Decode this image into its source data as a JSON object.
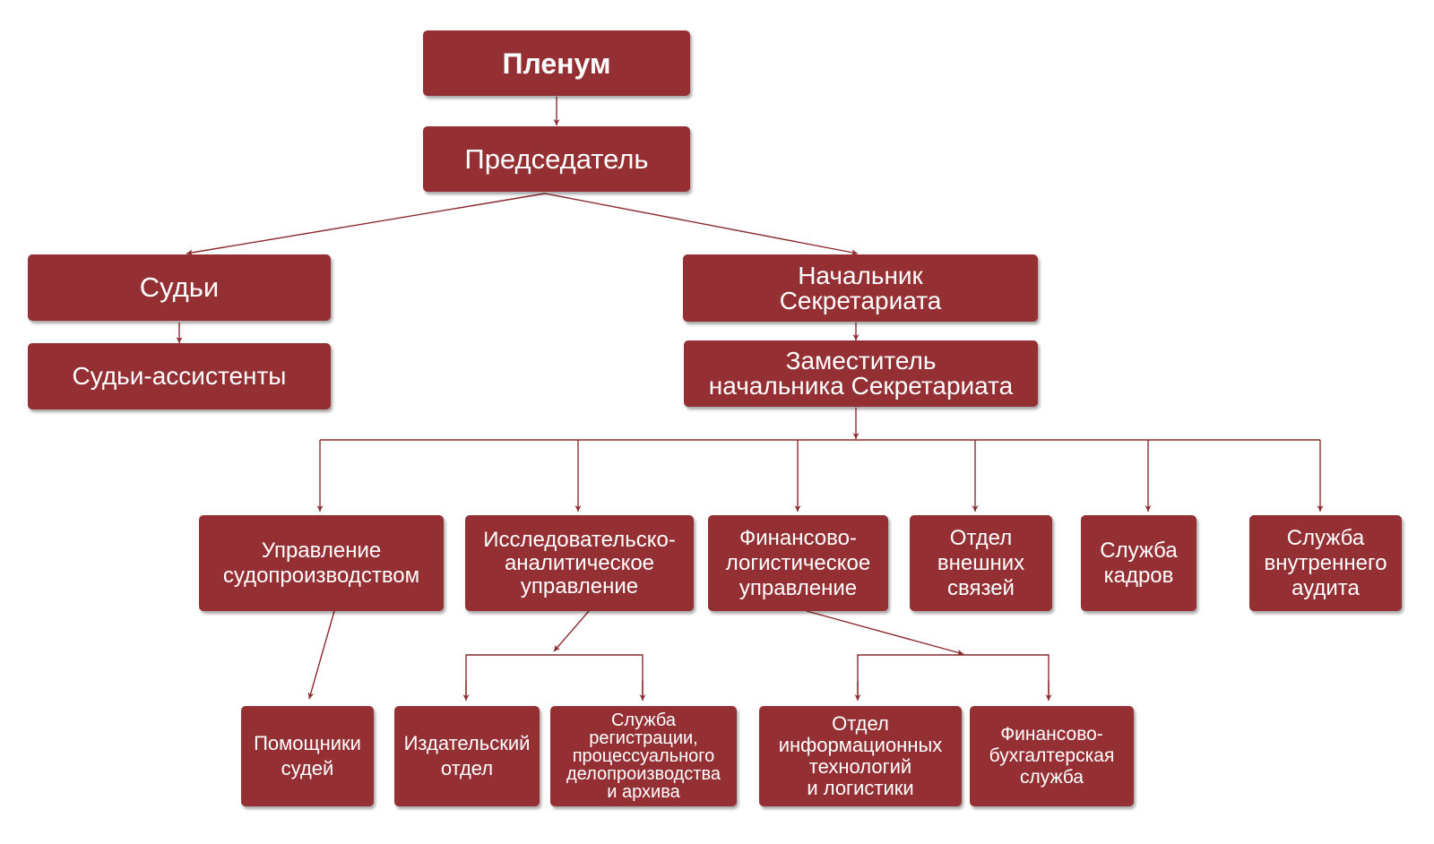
{
  "nodes": {
    "plenum": "Пленум",
    "chairman": "Председатель",
    "judges": "Судьи",
    "judge_assistants": "Судьи-ассистенты",
    "secretariat_head": "Начальник\nСекретариата",
    "secretariat_deputy": "Заместитель\nначальника Секретариата",
    "court_proceedings": "Управление\nсудопроизводством",
    "research_analytics": "Исследовательско-\nаналитическое\nуправление",
    "finance_logistics": "Финансово-\nлогистическое\nуправление",
    "external_relations": "Отдел\nвнешних\nсвязей",
    "hr_service": "Служба\nкадров",
    "internal_audit": "Служба\nвнутреннего\nаудита",
    "judges_aides": "Помощники\nсудей",
    "publishing": "Издательский\nотдел",
    "registration": "Служба\nрегистрации,\nпроцессуального\nделопроизводства\nи архива",
    "it_logistics": "Отдел\nинформационных\nтехнологий\nи логистики",
    "accounting": "Финансово-\nбухгалтерская\nслужба"
  },
  "colors": {
    "box_fill": "#943034",
    "box_text": "#ffffff",
    "connector": "#8b2a2e"
  }
}
